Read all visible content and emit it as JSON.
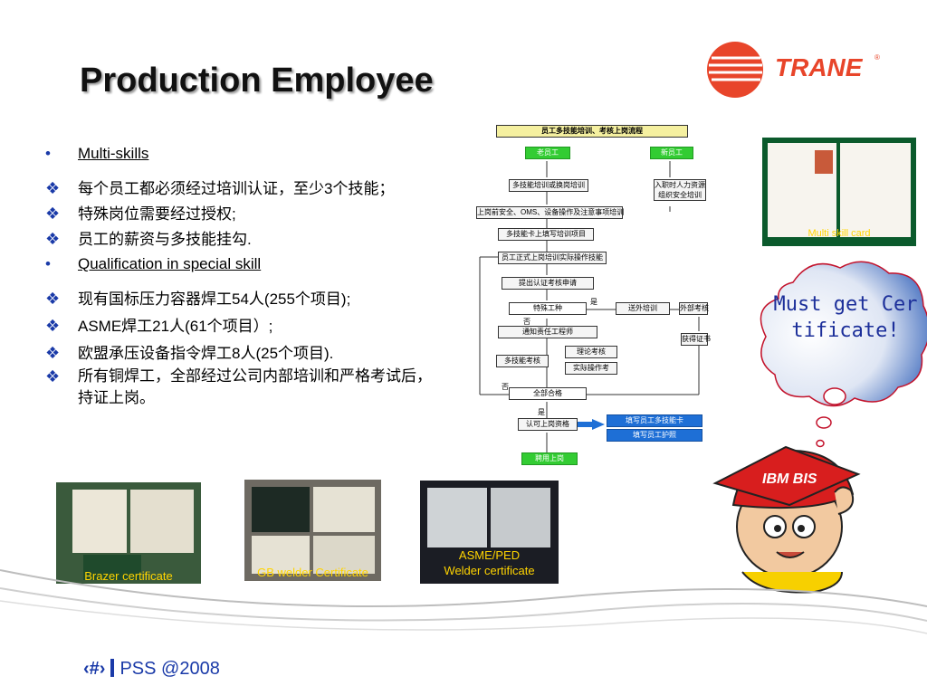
{
  "slide": {
    "title": "Production Employee",
    "footer_page": "‹#›",
    "footer_text": "PSS @2008"
  },
  "logo": {
    "text": "TRANE",
    "brand_color": "#e8452a"
  },
  "bullets": [
    {
      "level": "header",
      "text": "Multi-skills"
    },
    {
      "level": "item",
      "text": "每个员工都必须经过培训认证，至少3个技能；"
    },
    {
      "level": "item",
      "text": "特殊岗位需要经过授权;"
    },
    {
      "level": "item",
      "text": "员工的薪资与多技能挂勾."
    },
    {
      "level": "header",
      "text": "Qualification in special skill"
    },
    {
      "level": "item",
      "text": "现有国标压力容器焊工54人(255个项目);"
    },
    {
      "level": "item",
      "text": "ASME焊工21人(61个项目）;"
    },
    {
      "level": "item",
      "text": "欧盟承压设备指令焊工8人(25个项目)."
    },
    {
      "level": "item",
      "text": "所有铜焊工，全部经过公司内部培训和严格考试后，持证上岗。"
    }
  ],
  "photos": {
    "brazer": {
      "caption": "Brazer certificate"
    },
    "gb": {
      "caption": "GB welder Certificate"
    },
    "asme": {
      "caption_line1": "ASME/PED",
      "caption_line2": "Welder certificate"
    },
    "skill_card": {
      "caption": "Multi skill card"
    }
  },
  "flowchart": {
    "title": "员工多技能培训、考核上岗流程",
    "old": "老员工",
    "new": "新员工",
    "s1": "多技能培训或换岗培训",
    "s2": "入职时人力资源组织安全培训",
    "s3": "上岗前安全、OMS、设备操作及注意事项培训",
    "s4": "多技能卡上填写培训项目",
    "s5": "员工正式上岗培训实际操作技能",
    "s6": "提出认证考核申请",
    "s7": "特殊工种",
    "s8": "送外培训",
    "s9": "外部考核",
    "s10": "通知责任工程师",
    "s11": "获得证书",
    "s12": "理论考核",
    "s13": "多技能考核",
    "s14": "实际操作考",
    "s15": "全部合格",
    "s16": "认可上岗资格",
    "s17": "填写员工多技能卡",
    "s18": "填写员工护照",
    "s19": "聘用上岗",
    "yes1": "是",
    "no1": "否",
    "no2": "否",
    "yes2": "是"
  },
  "bubble": {
    "text": "Must get Certificate!"
  },
  "mascot": {
    "cap_text": "IBM BIS",
    "cap_color": "#d81e1e"
  }
}
